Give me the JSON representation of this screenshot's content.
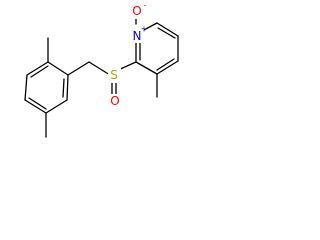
{
  "structure": {
    "atoms": {
      "n1": {
        "symbol": "N",
        "charge": "+",
        "color": "#0000ff"
      },
      "o1": {
        "symbol": "O",
        "charge": "-",
        "color": "#ff0000"
      },
      "s1": {
        "symbol": "S",
        "charge": "",
        "color": "#b8a000"
      },
      "o2": {
        "symbol": "O",
        "charge": "",
        "color": "#ff0000"
      }
    }
  }
}
